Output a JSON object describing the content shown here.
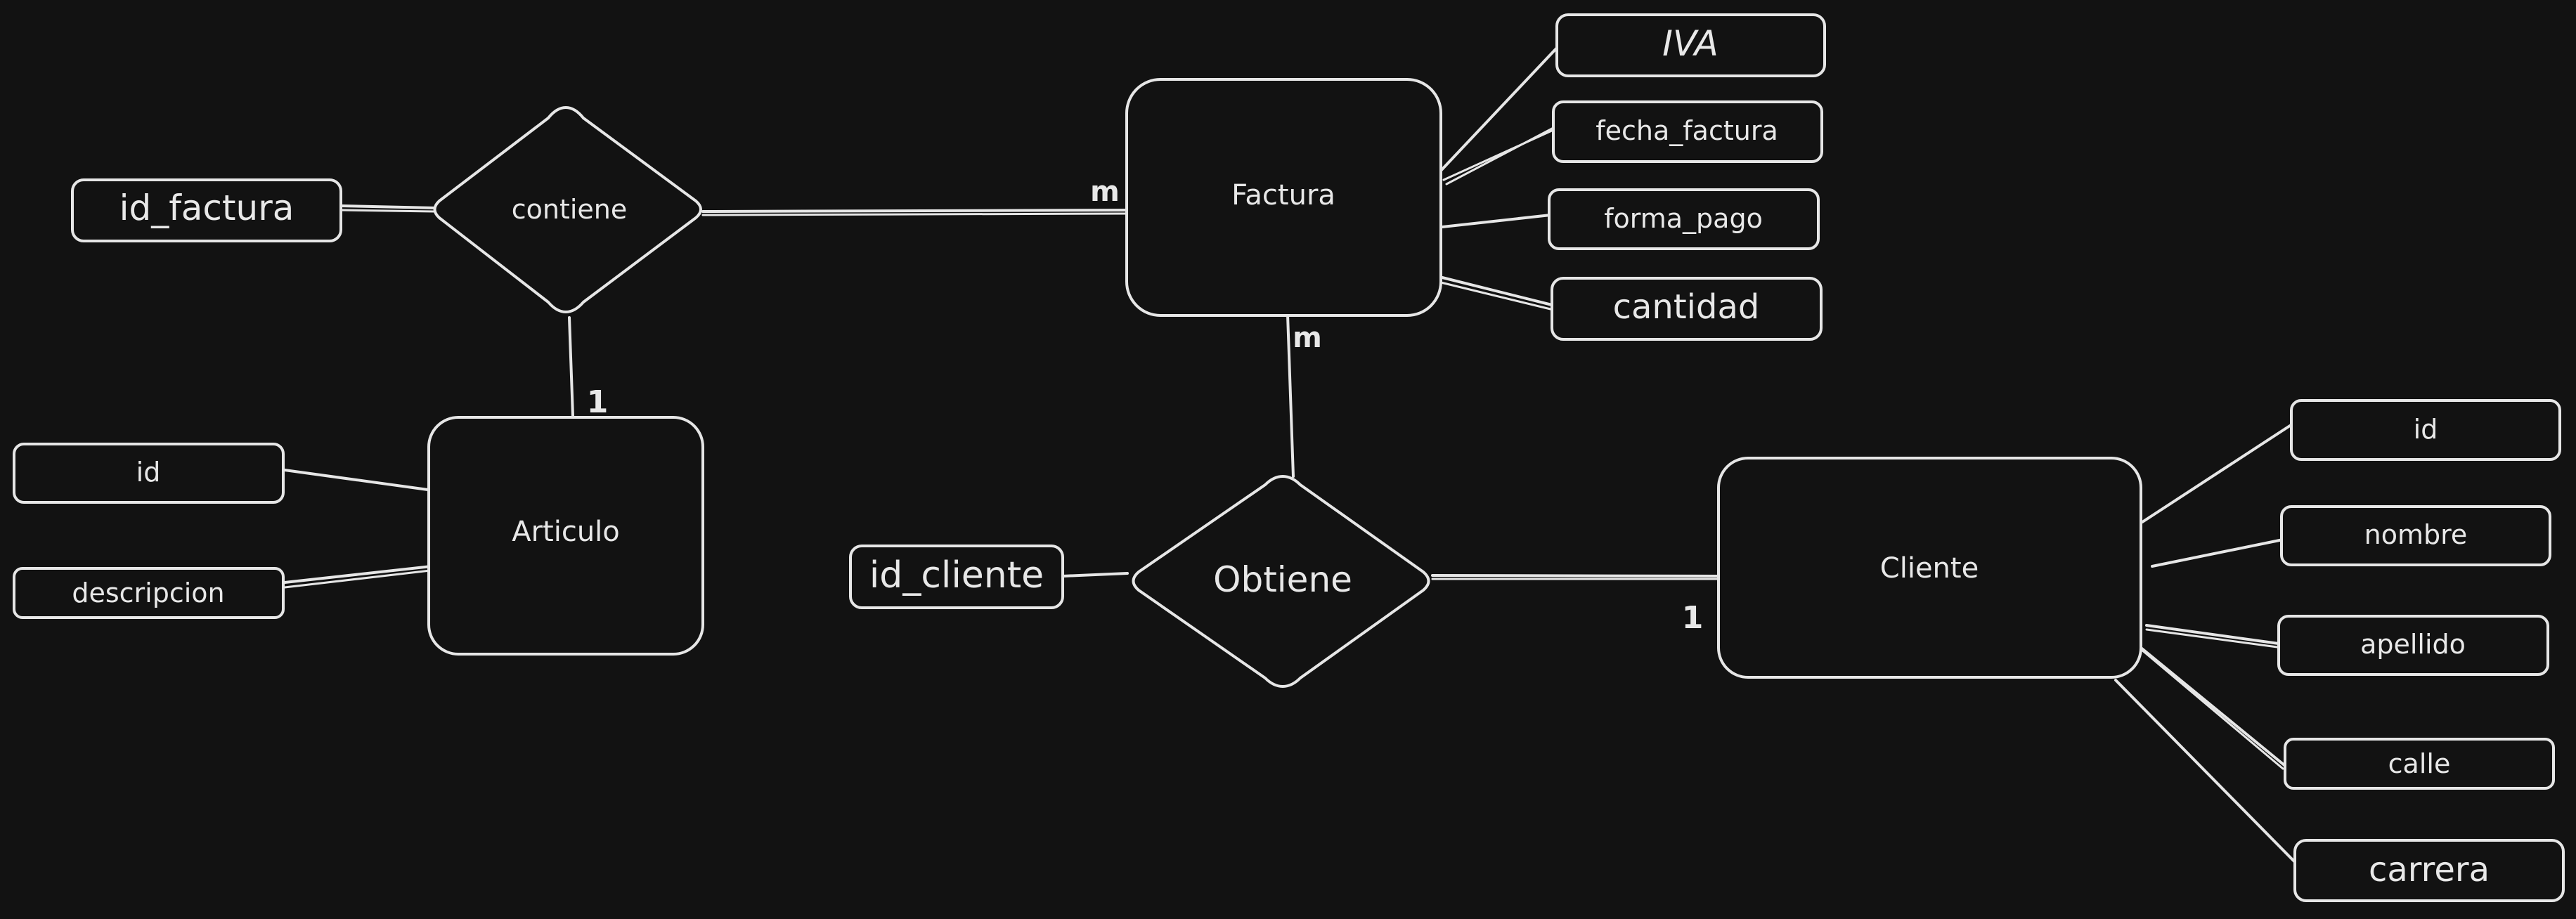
{
  "entities": {
    "factura": "Factura",
    "articulo": "Articulo",
    "cliente": "Cliente"
  },
  "relationships": {
    "contiene": "contiene",
    "obtiene": "Obtiene"
  },
  "attributes": {
    "iva": "IVA",
    "fecha_factura": "fecha_factura",
    "forma_pago": "forma_pago",
    "cantidad": "cantidad",
    "id_factura": "id_factura",
    "articulo_id": "id",
    "descripcion": "descripcion",
    "id_cliente": "id_cliente",
    "cliente_id": "id",
    "nombre": "nombre",
    "apellido": "apellido",
    "calle": "calle",
    "carrera": "carrera"
  },
  "cardinalities": {
    "factura_contiene": "m",
    "factura_obtiene": "m",
    "articulo_contiene": "1",
    "cliente_obtiene": "1"
  }
}
